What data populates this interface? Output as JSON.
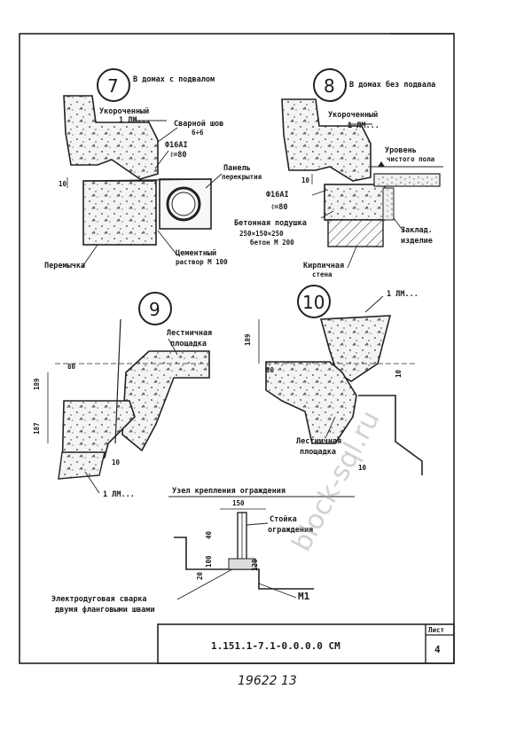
{
  "details": {
    "d7": {
      "number": "7",
      "title": "В домах с подвалом",
      "lintel_short": "Укороченный",
      "lintel_mark": "1 ЛМ...",
      "weld": "Сварной шов",
      "weld_size": "6÷6",
      "rebar": "Ф16АI",
      "rebar_len": "ℓ=80",
      "panel": "Панель",
      "panel2": "перекрытия",
      "dim10": "10",
      "mortar": "Цементный",
      "mortar2": "раствор М 100",
      "lintel": "Перемычка"
    },
    "d8": {
      "number": "8",
      "title": "В домах без подвала",
      "lintel_short": "Укороченный",
      "lintel_mark": "1 ЛМ...",
      "level": "Уровень",
      "level2": "чистого пола",
      "rebar": "Ф16АI",
      "rebar_len": "ℓ=80",
      "pad": "Бетонная подушка",
      "pad_size": "250×150×250",
      "pad_concrete": "бетон М 200",
      "embed": "Заклад.",
      "embed2": "изделие",
      "brick": "Кирпичная",
      "brick2": "стена",
      "dim10": "10"
    },
    "d9": {
      "number": "9",
      "landing": "Лестничная",
      "landing2": "площадка",
      "dim189": "189",
      "dim187": "187",
      "dim80": "80",
      "dim10": "10",
      "mark": "1 ЛМ..."
    },
    "d10": {
      "number": "10",
      "mark": "1 ЛМ...",
      "dim189": "189",
      "dim80": "80",
      "dim10a": "10",
      "dim10b": "10",
      "landing": "Лестничная",
      "landing2": "площадка"
    },
    "railing": {
      "title": "Узел крепления ограждения",
      "dim150": "150",
      "post": "Стойка",
      "post2": "ограждения",
      "dim40": "40",
      "dim100": "100",
      "dim20": "20",
      "dim120": "120",
      "m1": "М1",
      "weld": "Электродуговая сварка",
      "weld2": "двумя фланговыми швами"
    }
  },
  "stamp": {
    "code": "1.151.1-7.1-0.0.0.0 СМ",
    "sheet_label": "Лист",
    "sheet_number": "4"
  },
  "footer": {
    "handwritten": "19622  13"
  },
  "watermark": "block-sql.ru"
}
